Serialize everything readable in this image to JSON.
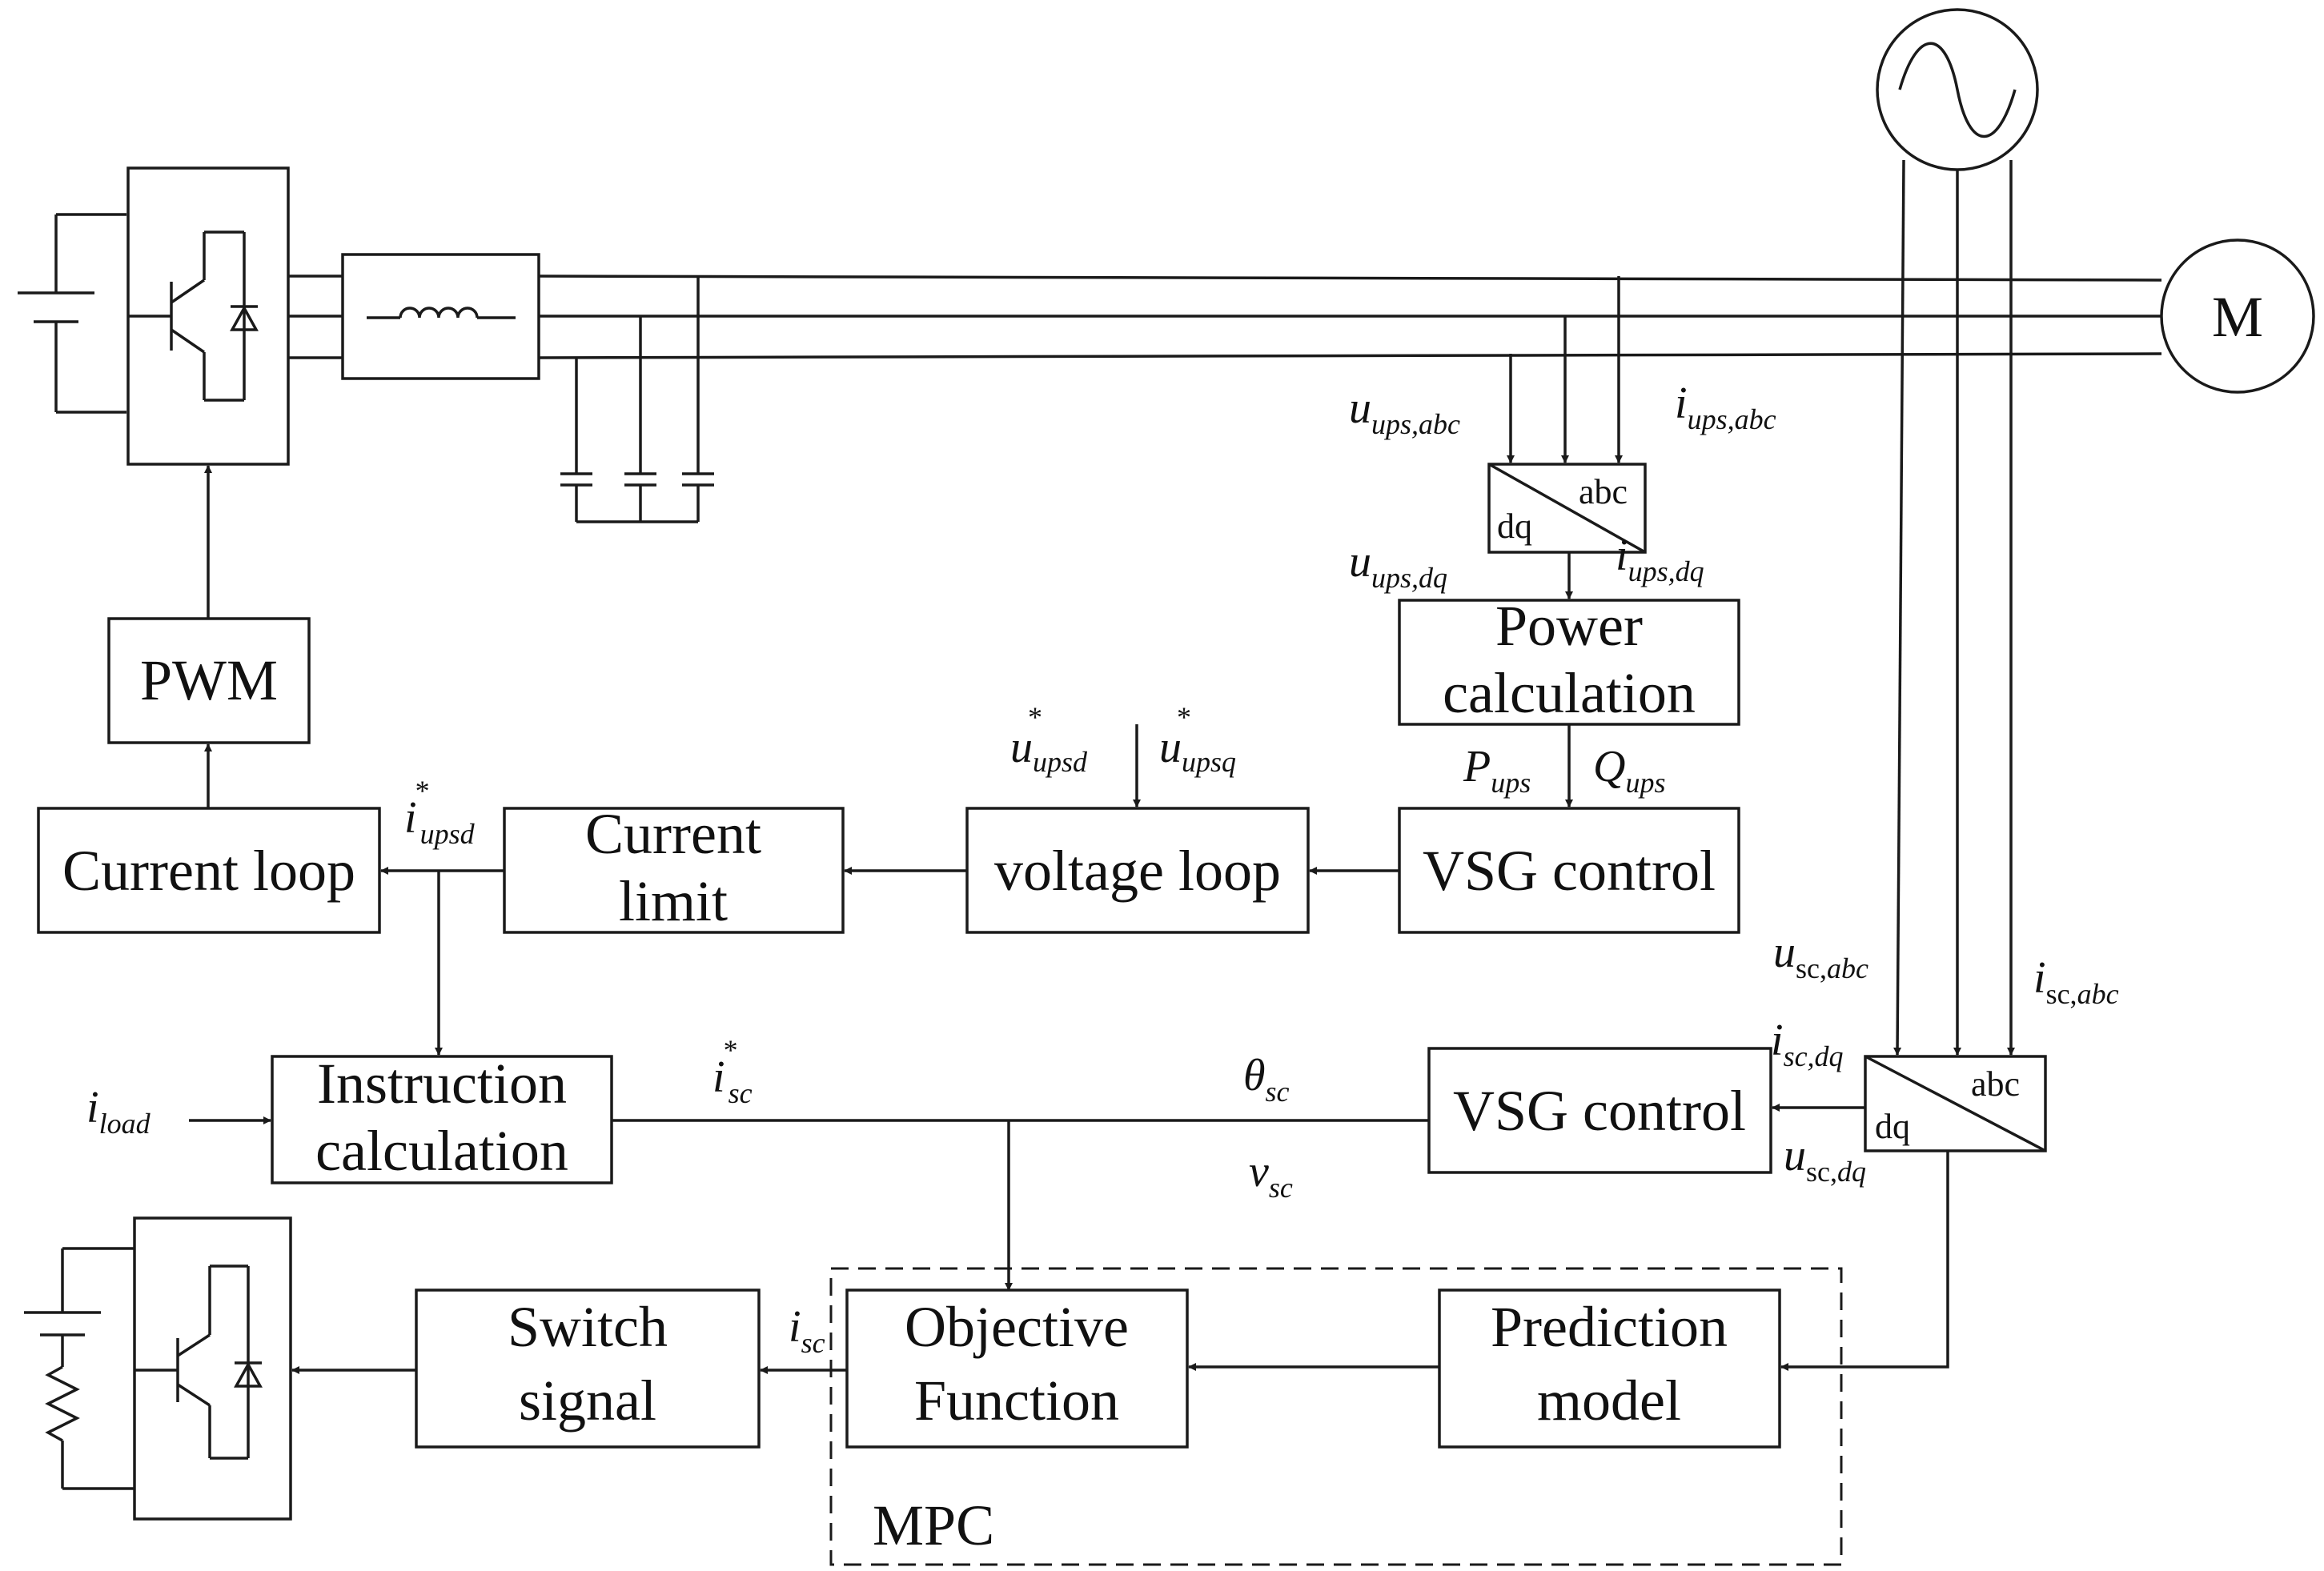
{
  "blocks": {
    "pwm": "PWM",
    "current_loop": "Current loop",
    "current_limit_1": "Current",
    "current_limit_2": "limit",
    "voltage_loop": "voltage loop",
    "vsg_control_top": "VSG control",
    "power_calc_1": "Power",
    "power_calc_2": "calculation",
    "instruction_calc_1": "Instruction",
    "instruction_calc_2": "calculation",
    "vsg_control_bottom": "VSG control",
    "switch_signal_1": "Switch",
    "switch_signal_2": "signal",
    "objective_function_1": "Objective",
    "objective_function_2": "Function",
    "prediction_model_1": "Prediction",
    "prediction_model_2": "model",
    "mpc": "MPC",
    "motor": "M"
  },
  "transforms": {
    "top": {
      "left": "dq",
      "right": "abc"
    },
    "bottom": {
      "left": "dq",
      "right": "abc"
    }
  },
  "signals": {
    "u_ups_abc": {
      "main": "u",
      "sub": "ups,abc"
    },
    "i_ups_abc": {
      "main": "i",
      "sub": "ups,abc"
    },
    "u_ups_dq": {
      "main": "u",
      "sub": "ups,dq"
    },
    "i_ups_dq": {
      "main": "i",
      "sub": "ups,dq"
    },
    "p_ups": {
      "main": "P",
      "sub": "ups"
    },
    "q_ups": {
      "main": "Q",
      "sub": "ups"
    },
    "u_upsd_ref": {
      "main": "u",
      "sup": "*",
      "sub": "upsd"
    },
    "u_upsq_ref": {
      "main": "u",
      "sup": "*",
      "sub": "upsq"
    },
    "i_upsd_ref": {
      "main": "i",
      "sup": "*",
      "sub": "upsd"
    },
    "i_sc_ref": {
      "main": "i",
      "sup": "*",
      "sub": "sc"
    },
    "theta_sc": {
      "main": "θ",
      "sub": "sc"
    },
    "v_sc": {
      "main": "v",
      "sub": "sc"
    },
    "i_load": {
      "main": "i",
      "sub": "load"
    },
    "i_sc": {
      "main": "i",
      "sub": "sc"
    },
    "u_sc_abc": {
      "main": "u",
      "sub_r": "sc,",
      "sub": "abc"
    },
    "i_sc_abc": {
      "main": "i",
      "sub_r": "sc,",
      "sub": "abc"
    },
    "i_sc_dq": {
      "main": "i",
      "sub": "sc,dq"
    },
    "u_sc_dq": {
      "main": "u",
      "sub_r": "sc,",
      "sub": "dq"
    }
  }
}
